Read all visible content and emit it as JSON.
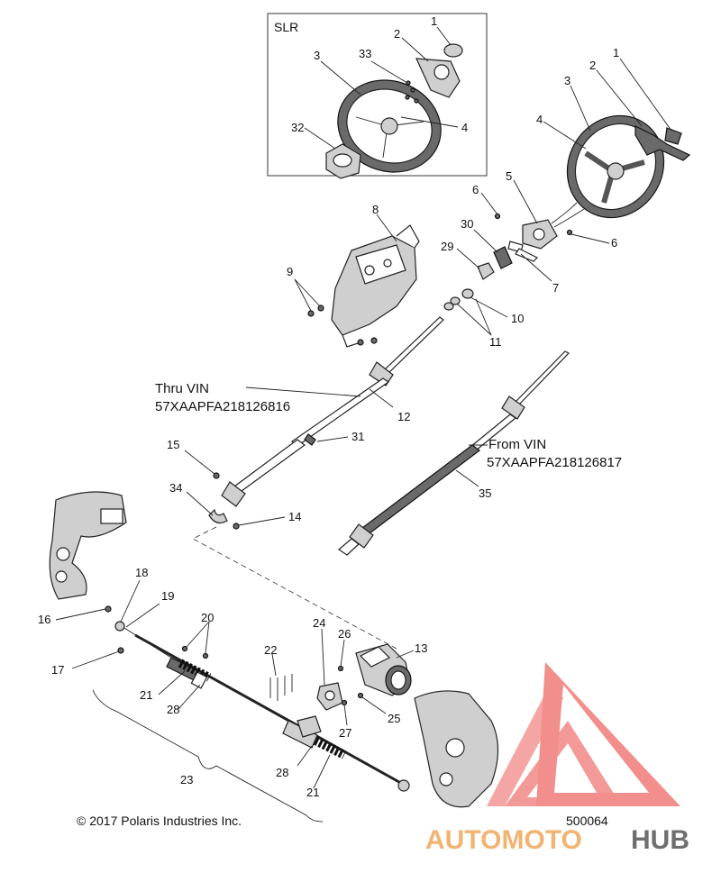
{
  "diagram": {
    "inset_label": "SLR",
    "vin_thru_label": "Thru VIN",
    "vin_thru_number": "57XAAPFA218126816",
    "vin_from_label": "From VIN",
    "vin_from_number": "57XAAPFA218126817",
    "copyright": "© 2017 Polaris Industries Inc.",
    "diagram_number": "500064",
    "callouts": {
      "c1a": "1",
      "c2a": "2",
      "c3a": "3",
      "c33": "33",
      "c4a": "4",
      "c32": "32",
      "c1b": "1",
      "c2b": "2",
      "c3b": "3",
      "c4b": "4",
      "c5": "5",
      "c6a": "6",
      "c6b": "6",
      "c7": "7",
      "c8": "8",
      "c9": "9",
      "c10": "10",
      "c11": "11",
      "c12": "12",
      "c13": "13",
      "c14": "14",
      "c15": "15",
      "c16": "16",
      "c17": "17",
      "c18": "18",
      "c19": "19",
      "c20": "20",
      "c21a": "21",
      "c21b": "21",
      "c22": "22",
      "c23": "23",
      "c24": "24",
      "c25": "25",
      "c26": "26",
      "c27": "27",
      "c28a": "28",
      "c28b": "28",
      "c29": "29",
      "c30": "30",
      "c31": "31",
      "c34": "34",
      "c35": "35"
    }
  },
  "watermark": {
    "part1": "AUTOMOTO",
    "part2": "HUB",
    "accent_color": "#e8322e",
    "orange_color": "#f0a85a"
  }
}
